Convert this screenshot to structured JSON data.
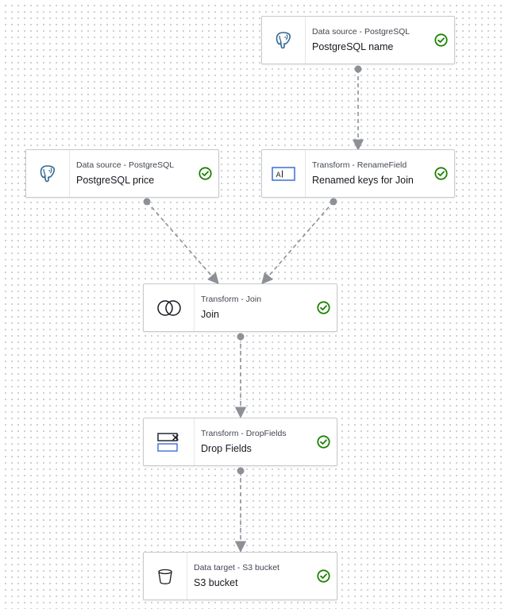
{
  "nodes": {
    "pg_name": {
      "type_label": "Data source - PostgreSQL",
      "name": "PostgreSQL name",
      "icon": "postgresql-elephant-icon",
      "status": "success"
    },
    "pg_price": {
      "type_label": "Data source - PostgreSQL",
      "name": "PostgreSQL price",
      "icon": "postgresql-elephant-icon",
      "status": "success"
    },
    "rename": {
      "type_label": "Transform - RenameField",
      "name": "Renamed keys for Join",
      "icon": "rename-field-icon",
      "status": "success"
    },
    "join": {
      "type_label": "Transform - Join",
      "name": "Join",
      "icon": "join-circles-icon",
      "status": "success"
    },
    "drop": {
      "type_label": "Transform - DropFields",
      "name": "Drop Fields",
      "icon": "drop-fields-icon",
      "status": "success"
    },
    "s3": {
      "type_label": "Data target - S3 bucket",
      "name": "S3 bucket",
      "icon": "s3-bucket-icon",
      "status": "success"
    }
  },
  "edges": [
    {
      "from": "pg_name",
      "to": "rename"
    },
    {
      "from": "pg_price",
      "to": "join"
    },
    {
      "from": "rename",
      "to": "join"
    },
    {
      "from": "join",
      "to": "drop"
    },
    {
      "from": "drop",
      "to": "s3"
    }
  ],
  "colors": {
    "success": "#1d8102",
    "edge": "#8d9096",
    "icon_blue": "#3b6fd6",
    "postgres_blue": "#336791"
  }
}
